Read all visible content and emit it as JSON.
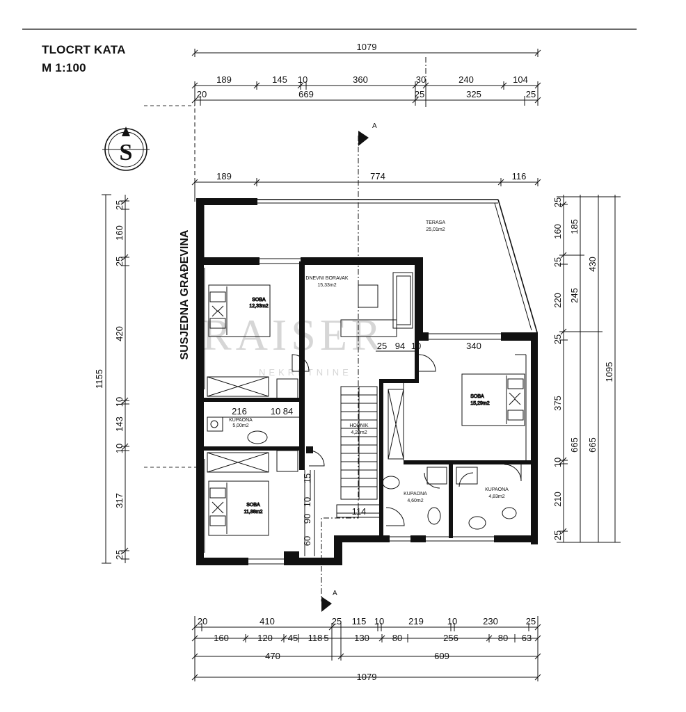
{
  "title": "TLOCRT KATA",
  "scale": "M 1:100",
  "compass_letter": "S",
  "neighbor_label": "SUSJEDNA GRAĐEVINA",
  "section_marker": "A",
  "watermark": "RAISER",
  "watermark_sub": "NEKRETNINE",
  "rooms": {
    "terasa_name": "TERASA",
    "terasa_area": "25,01m2",
    "dnevni_name": "DNEVNI BORAVAK",
    "dnevni_area": "15,33m2",
    "soba1_name": "SOBA",
    "soba1_area": "12,33m2",
    "soba2_name": "SOBA",
    "soba2_area": "15,29m2",
    "soba3_name": "SOBA",
    "soba3_area": "11,88m2",
    "kup1_name": "KUPAONA",
    "kup1_area": "4,60m2",
    "kup2_name": "KUPAONA",
    "kup2_area": "4,83m2",
    "kup3_name": "KUPAONA",
    "kup3_area": "5,00m2",
    "hodnik_name": "HODNIK",
    "hodnik_area": "4,20m2"
  },
  "dims": {
    "top_total": "1079",
    "top_r2": [
      "189",
      "145",
      "10",
      "360",
      "30",
      "240",
      "104"
    ],
    "top_r3": [
      "20",
      "669",
      "25",
      "325",
      "25"
    ],
    "top_mid": [
      "189",
      "774",
      "116"
    ],
    "bot_r1": [
      "20",
      "410",
      "25",
      "115",
      "10",
      "219",
      "10",
      "230",
      "25"
    ],
    "bot_r2": [
      "160",
      "120",
      "45",
      "118",
      "5",
      "130",
      "80",
      "256",
      "80",
      "63"
    ],
    "bot_r3": [
      "470",
      "609"
    ],
    "bot_total": "1079",
    "left_total": "1155",
    "left": [
      "25",
      "160",
      "25",
      "420",
      "10",
      "143",
      "10",
      "317",
      "25"
    ],
    "right_r1": [
      "25",
      "160",
      "25",
      "220",
      "25",
      "375",
      "10",
      "210",
      "25"
    ],
    "right_r2": [
      "185",
      "245",
      "665"
    ],
    "right_r3": [
      "430",
      "665"
    ],
    "right_total": "1095",
    "interior": [
      "25",
      "94",
      "10",
      "340",
      "216",
      "10",
      "84",
      "15",
      "10",
      "90",
      "60",
      "114"
    ]
  }
}
